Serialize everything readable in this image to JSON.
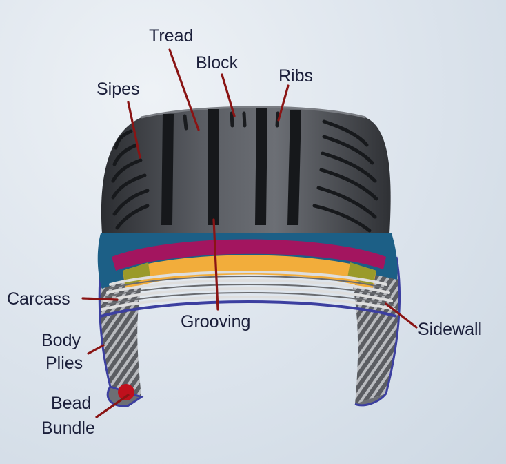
{
  "labels": {
    "tread": "Tread",
    "block": "Block",
    "ribs": "Ribs",
    "sipes": "Sipes",
    "carcass": "Carcass",
    "grooving": "Grooving",
    "sidewall": "Sidewall",
    "body_plies_line1": "Body",
    "body_plies_line2": "Plies",
    "bead_bundle_line1": "Bead",
    "bead_bundle_line2": "Bundle"
  },
  "colors": {
    "background": "#dfe6ee",
    "tread_rubber": "#3a3c40",
    "groove": "#16181b",
    "belt_blue": "#1c5f86",
    "belt_magenta": "#a3155f",
    "belt_orange": "#f2ad3b",
    "belt_olive": "#9a9a2a",
    "carcass_layers": "#d7d7d7",
    "inner_liner": "#3c3fa0",
    "bead": "#c0101c",
    "leader_line": "#8a1414",
    "label_text": "#1b1f3a"
  }
}
